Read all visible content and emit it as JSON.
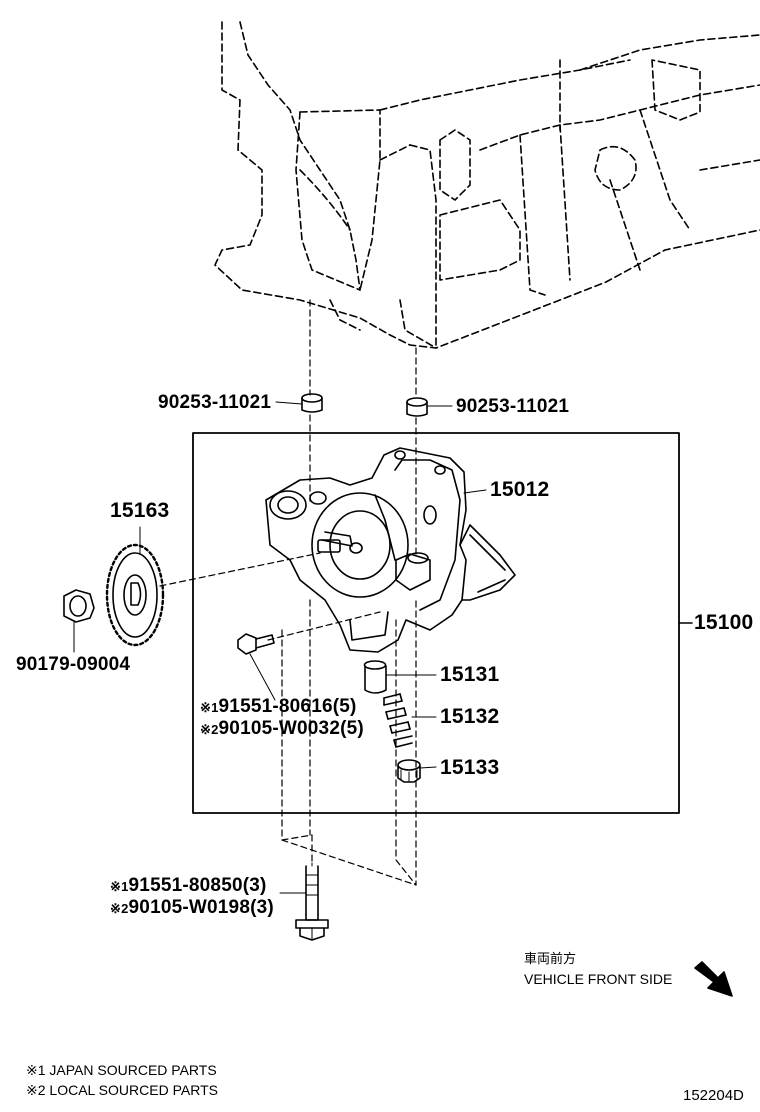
{
  "parts": {
    "p90253_left": "90253-11021",
    "p90253_right": "90253-11021",
    "p15012": "15012",
    "p15163": "15163",
    "p15100": "15100",
    "p90179": "90179-09004",
    "p15131": "15131",
    "p15132": "15132",
    "p15133": "15133",
    "bolt_small_1": "91551-80616(5)",
    "bolt_small_2": "90105-W0032(5)",
    "bolt_long_1": "91551-80850(3)",
    "bolt_long_2": "90105-W0198(3)"
  },
  "marks": {
    "m1": "※1",
    "m2": "※2"
  },
  "direction": {
    "jp": "車両前方",
    "en": "VEHICLE FRONT SIDE"
  },
  "footnotes": {
    "n1": "※1 JAPAN SOURCED PARTS",
    "n2": "※2 LOCAL SOURCED PARTS"
  },
  "diagram_id": "152204D"
}
